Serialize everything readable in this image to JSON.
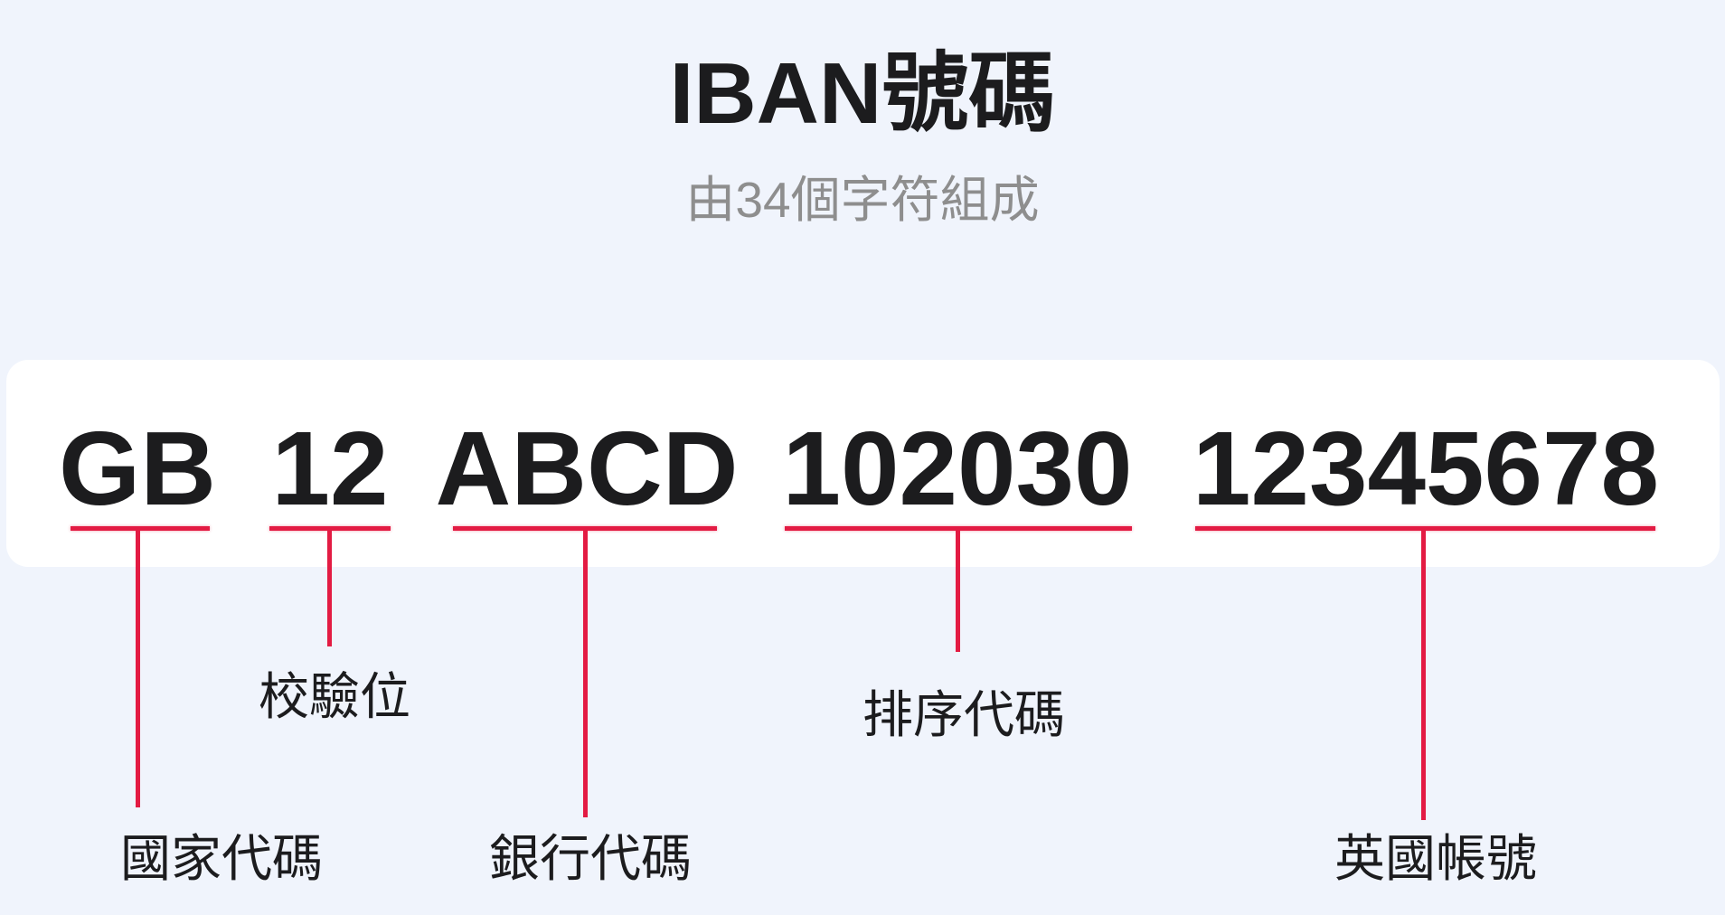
{
  "page": {
    "title": "IBAN號碼",
    "subtitle": "由34個字符組成"
  },
  "iban": {
    "example_full": "GB12ABCD10203012345678",
    "segments": [
      {
        "text": "GB",
        "label": "國家代碼"
      },
      {
        "text": "12",
        "label": "校驗位"
      },
      {
        "text": "ABCD",
        "label": "銀行代碼"
      },
      {
        "text": "102030",
        "label": "排序代碼"
      },
      {
        "text": "12345678",
        "label": "英國帳號"
      }
    ]
  },
  "colors": {
    "background": "#f0f4fc",
    "card": "#ffffff",
    "accent_red": "#e31b43",
    "text_primary": "#1c1c1e",
    "text_secondary": "#8e8e8e"
  }
}
